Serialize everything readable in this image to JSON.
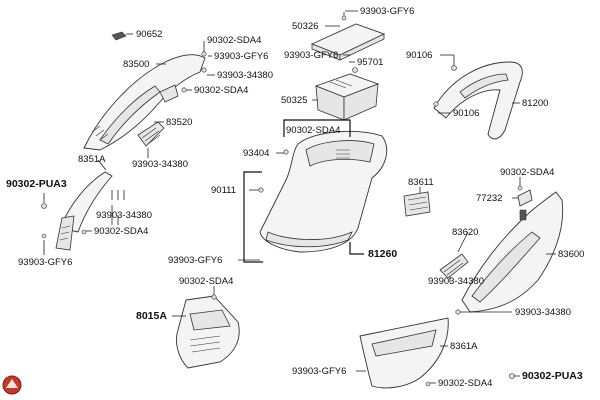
{
  "labels": {
    "p90652": "90652",
    "p90302_sda4_a": "90302-SDA4",
    "p93903_gfy6_a": "93903-GFY6",
    "p83500": "83500",
    "p93903_34380_a": "93903-34380",
    "p90302_sda4_b": "90302-SDA4",
    "p50326": "50326",
    "p93903_gfy6_b": "93903-GFY6",
    "p95701": "95701",
    "p90106_a": "90106",
    "p50325": "50325",
    "p81200": "81200",
    "p90106_b": "90106",
    "p83520": "83520",
    "p93903_34380_b": "93903-34380",
    "p90302_sda4_c": "90302-SDA4",
    "p93404": "93404",
    "p8351a": "8351A",
    "p90302_pua3_a": "90302-PUA3",
    "p90111": "90111",
    "p83611": "83611",
    "p90302_sda4_d": "90302-SDA4",
    "p77232": "77232",
    "p93903_34380_c": "93903-34380",
    "p90302_sda4_e": "90302-SDA4",
    "p93903_gfy6_c": "93903-GFY6",
    "p83620": "83620",
    "p83600": "83600",
    "p93903_gfy6_d": "93903-GFY6",
    "p81260": "81260",
    "p93903_34380_d": "93903-34380",
    "p90302_sda4_f": "90302-SDA4",
    "p8015a": "8015A",
    "p93903_34380_e": "93903-34380",
    "p8361a": "8361A",
    "p93903_gfy6_e": "93903-GFY6",
    "p90302_sda4_g": "90302-SDA4",
    "p90302_pua3_b": "90302-PUA3"
  },
  "colors": {
    "brand_badge": "#c0392b",
    "ink": "#111111"
  },
  "icons": {
    "brand": "brand-badge-icon"
  }
}
